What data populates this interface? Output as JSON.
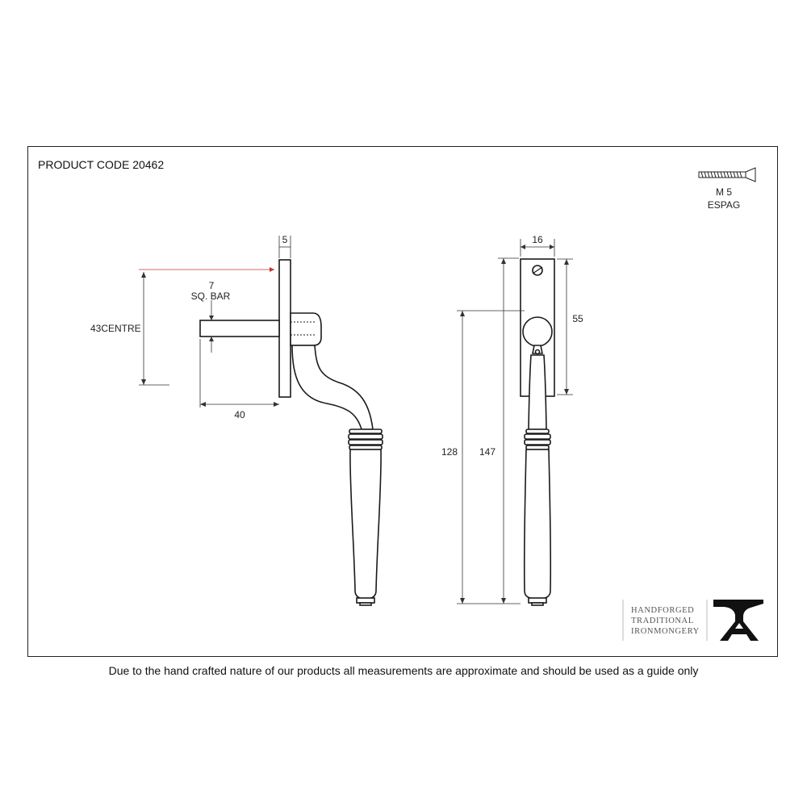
{
  "product_code": "PRODUCT CODE 20462",
  "screw": {
    "line1": "M 5",
    "line2": "ESPAG"
  },
  "dimensions": {
    "plate_thickness": "5",
    "bar_size": "7",
    "bar_label": "SQ. BAR",
    "centre": "43CENTRE",
    "bar_length": "40",
    "plate_width": "16",
    "plate_to_knob": "55",
    "height_handle": "128",
    "height_total": "147"
  },
  "brand": {
    "line1": "HANDFORGED",
    "line2": "TRADITIONAL",
    "line3": "IRONMONGERY",
    "logo_icon": "anvil-icon"
  },
  "disclaimer": "Due to the hand crafted nature of our products all measurements are approximate and should be used as a guide only"
}
